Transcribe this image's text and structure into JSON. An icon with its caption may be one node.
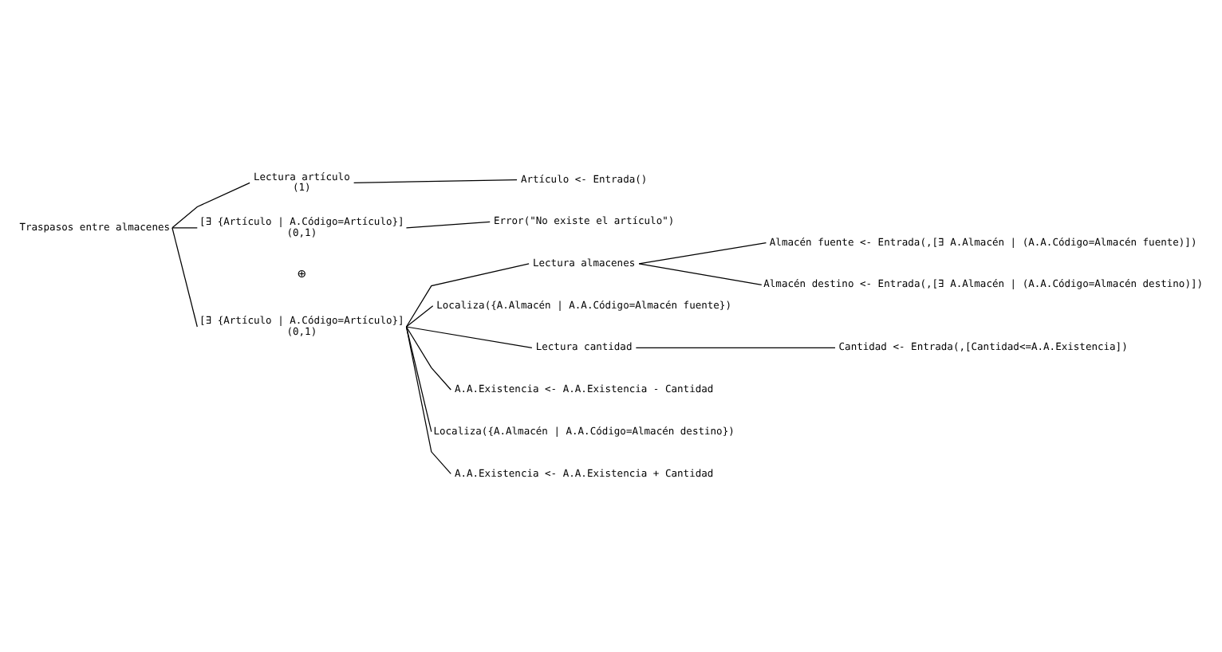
{
  "diagram": {
    "nodes": [
      {
        "text": [
          "Traspasos entre almacenes"
        ]
      },
      {
        "text": [
          "Lectura artículo",
          "(1)"
        ]
      },
      {
        "text": [
          "Artículo <- Entrada()"
        ]
      },
      {
        "text": [
          "[∃ {Artículo | A.Código=Artículo}]",
          "(0,1)"
        ]
      },
      {
        "text": [
          "Error(\"No existe el artículo\")"
        ]
      },
      {
        "text": [
          "[∃ {Artículo | A.Código=Artículo}]",
          "(0,1)"
        ]
      },
      {
        "text": [
          "Lectura almacenes"
        ]
      },
      {
        "text": [
          "Almacén fuente <- Entrada(,[∃ A.Almacén | (A.A.Código=Almacén fuente)])"
        ]
      },
      {
        "text": [
          "Almacén destino <- Entrada(,[∃ A.Almacén | (A.A.Código=Almacén destino)])"
        ]
      },
      {
        "text": [
          "Localiza({A.Almacén | A.A.Código=Almacén fuente})"
        ]
      },
      {
        "text": [
          "Lectura cantidad"
        ]
      },
      {
        "text": [
          "Cantidad <- Entrada(,[Cantidad<=A.A.Existencia])"
        ]
      },
      {
        "text": [
          "A.A.Existencia <- A.A.Existencia - Cantidad"
        ]
      },
      {
        "text": [
          "Localiza({A.Almacén | A.A.Código=Almacén destino})"
        ]
      },
      {
        "text": [
          "A.A.Existencia <- A.A.Existencia + Cantidad"
        ]
      }
    ],
    "edges": [
      {
        "from": 0,
        "to": 1,
        "arrow": "none"
      },
      {
        "from": 0,
        "to": 3,
        "arrow": "none"
      },
      {
        "from": 0,
        "to": 5,
        "arrow": "none"
      },
      {
        "from": 1,
        "to": 2,
        "arrow": "none"
      },
      {
        "from": 3,
        "to": 4,
        "arrow": "none"
      },
      {
        "from": 5,
        "to": 6,
        "arrow": "none"
      },
      {
        "from": 5,
        "to": 9,
        "arrow": "none"
      },
      {
        "from": 5,
        "to": 10,
        "arrow": "none"
      },
      {
        "from": 5,
        "to": 12,
        "arrow": "none"
      },
      {
        "from": 5,
        "to": 13,
        "arrow": "none"
      },
      {
        "from": 5,
        "to": 14,
        "arrow": "none"
      },
      {
        "from": 6,
        "to": 7,
        "arrow": "none"
      },
      {
        "from": 6,
        "to": 8,
        "arrow": "none"
      },
      {
        "from": 10,
        "to": 11,
        "arrow": "none"
      }
    ],
    "labels": [
      "⊕"
    ]
  }
}
